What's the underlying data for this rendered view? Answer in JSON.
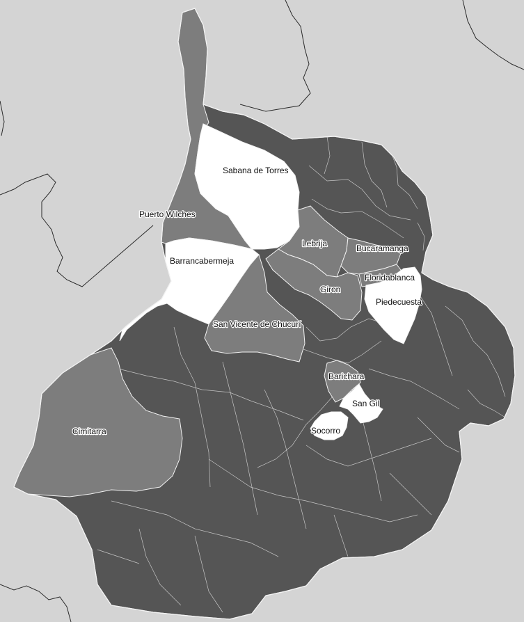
{
  "colors": {
    "background": "#d4d4d4",
    "dark": "#555555",
    "medium": "#7d7d7d",
    "white": "#ffffff",
    "label_halo": "#ffffff"
  },
  "municipalities": [
    {
      "key": "sabana",
      "label": "Sabana de Torres",
      "shade": "white"
    },
    {
      "key": "wilches",
      "label": "Puerto Wilches",
      "shade": "medium"
    },
    {
      "key": "barranca",
      "label": "Barrancabermeja",
      "shade": "white"
    },
    {
      "key": "lebrija",
      "label": "Lebrija",
      "shade": "medium"
    },
    {
      "key": "bucaramanga",
      "label": "Bucaramanga",
      "shade": "medium"
    },
    {
      "key": "floridablanca",
      "label": "Floridablanca",
      "shade": "medium"
    },
    {
      "key": "piedecuesta",
      "label": "Piedecuesta",
      "shade": "white"
    },
    {
      "key": "giron",
      "label": "Giron",
      "shade": "medium"
    },
    {
      "key": "sanvicente",
      "label": "San Vicente de Chucurí",
      "shade": "medium"
    },
    {
      "key": "barichara",
      "label": "Barichara",
      "shade": "medium"
    },
    {
      "key": "sangil",
      "label": "San Gil",
      "shade": "white"
    },
    {
      "key": "socorro",
      "label": "Socorro",
      "shade": "white"
    },
    {
      "key": "cimitarra",
      "label": "Cimitarra",
      "shade": "medium"
    }
  ]
}
